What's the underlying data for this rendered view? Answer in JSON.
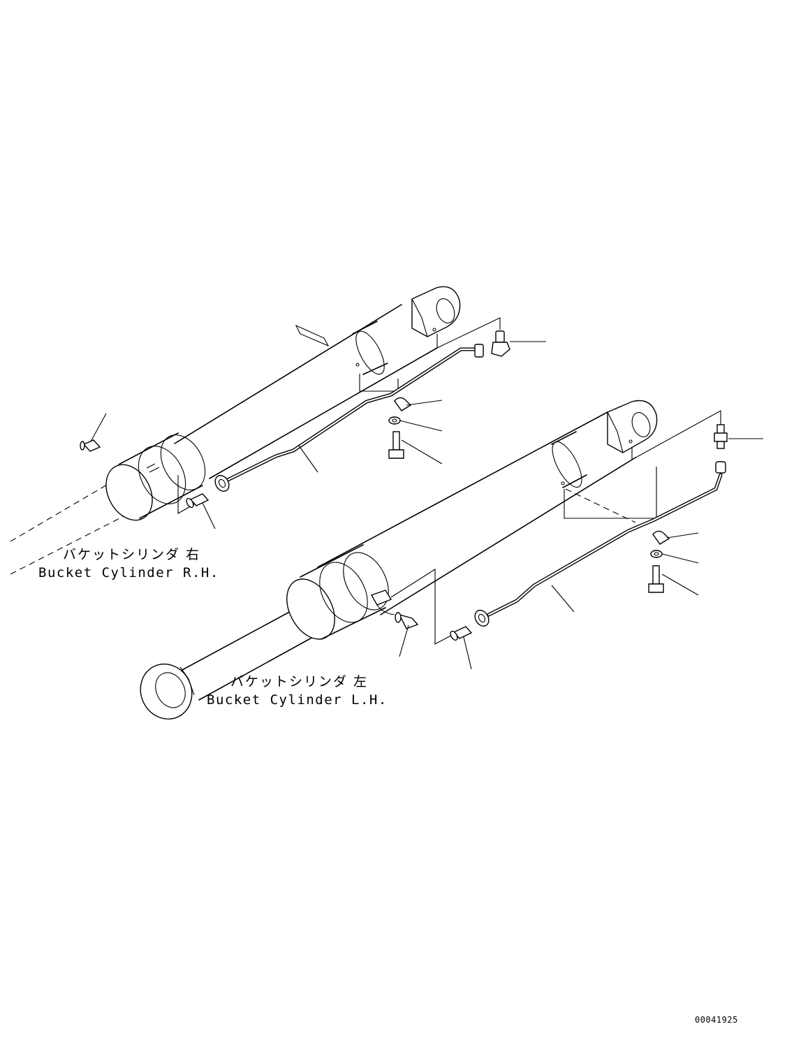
{
  "labels": {
    "rh_jp": "バケットシリンダ 右",
    "rh_en": "Bucket Cylinder R.H.",
    "lh_jp": "バケットシリンダ 左",
    "lh_en": "Bucket Cylinder L.H."
  },
  "drawing_code": "00041925",
  "colors": {
    "line": "#000000",
    "background": "#ffffff"
  }
}
